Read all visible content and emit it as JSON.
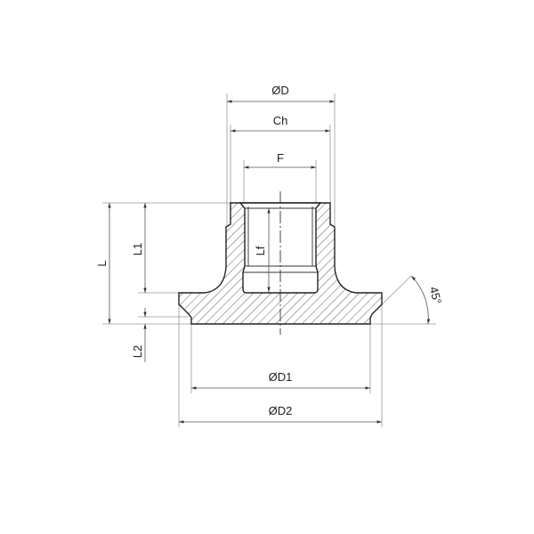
{
  "drawing": {
    "labels": {
      "outer_diameter": "ØD",
      "hex_across_flats": "Ch",
      "thread": "F",
      "total_length": "L",
      "neck_length": "L1",
      "flange_step": "L2",
      "thread_length": "Lf",
      "flange_inner_diameter": "ØD1",
      "flange_outer_diameter": "ØD2",
      "chamfer_angle": "45°"
    },
    "colors": {
      "line": "#222222",
      "dimension": "#555555",
      "extension": "#999999"
    }
  }
}
